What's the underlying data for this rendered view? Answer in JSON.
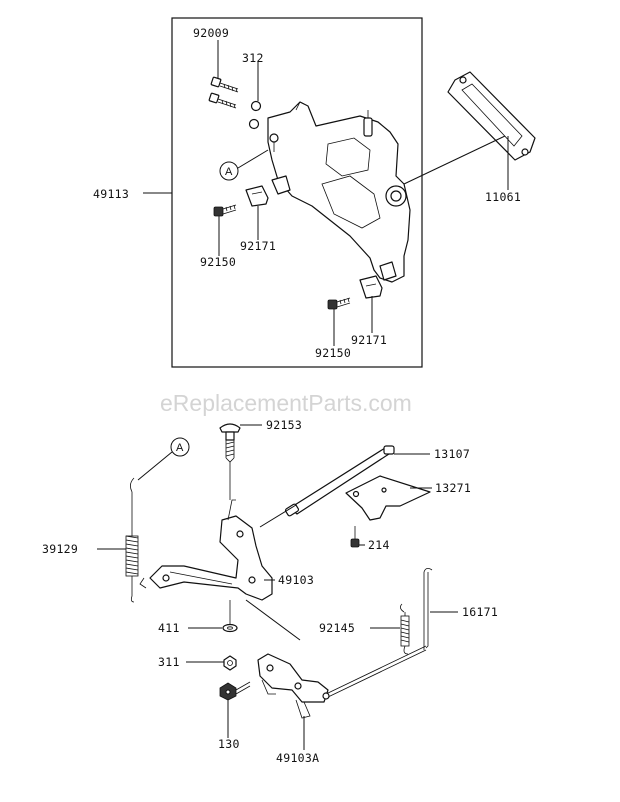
{
  "watermark": "eReplacementParts.com",
  "ref_markers": {
    "top": "A",
    "bottom": "A"
  },
  "parts": {
    "p92009": "92009",
    "p312": "312",
    "p49113": "49113",
    "p11061": "11061",
    "p92171_a": "92171",
    "p92150_a": "92150",
    "p92171_b": "92171",
    "p92150_b": "92150",
    "p92153": "92153",
    "p13107": "13107",
    "p13271": "13271",
    "p39129": "39129",
    "p214": "214",
    "p49103": "49103",
    "p16171": "16171",
    "p411": "411",
    "p92145": "92145",
    "p311": "311",
    "p130": "130",
    "p49103A": "49103A"
  }
}
